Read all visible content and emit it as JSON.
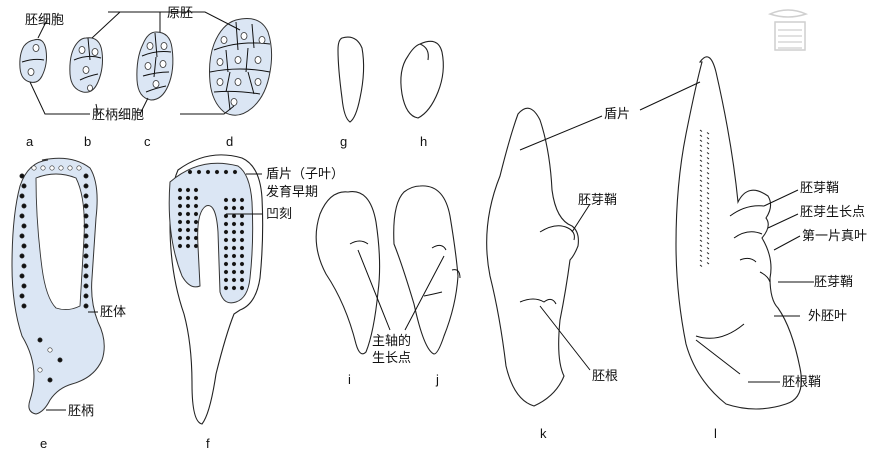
{
  "labels": {
    "embryo_cell": "胚细胞",
    "proembryo": "原胚",
    "suspensor_cell": "胚柄细胞",
    "embryo_proper": "胚体",
    "suspensor": "胚柄",
    "scutellum_early": "盾片（子叶）",
    "scutellum_early_line2": "发育早期",
    "notch": "凹刻",
    "main_axis_growth_point": "主轴的",
    "main_axis_growth_point_line2": "生长点",
    "scutellum": "盾片",
    "coleoptile_k": "胚芽鞘",
    "radicle": "胚根",
    "coleoptile_l": "胚芽鞘",
    "plumule_growing_point": "胚芽生长点",
    "first_true_leaf": "第一片真叶",
    "coleoptile_l2": "胚芽鞘",
    "epiblast": "外胚叶",
    "coleorhiza": "胚根鞘"
  },
  "stage_letters": [
    "a",
    "b",
    "c",
    "d",
    "e",
    "f",
    "g",
    "h",
    "i",
    "j",
    "k",
    "l"
  ],
  "colors": {
    "cell_fill": "#dbe6f4",
    "line": "#111111"
  }
}
